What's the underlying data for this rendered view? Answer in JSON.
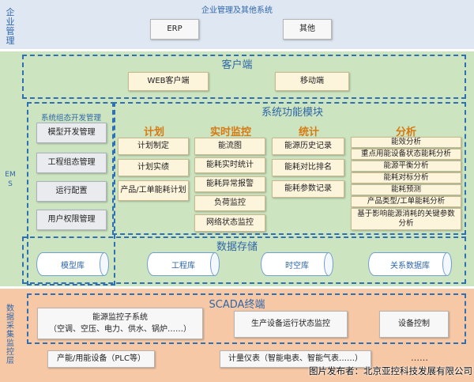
{
  "enterprise": {
    "side_label": "企业管理",
    "title": "企业管理及其他系统",
    "items": [
      "ERP",
      "其他"
    ]
  },
  "ems": {
    "side_label": "EMS",
    "client": {
      "title": "客户端",
      "items": [
        "WEB客户端",
        "移动端"
      ]
    },
    "config": {
      "title": "系统组态开发管理",
      "items": [
        "模型开发管理",
        "工程组态管理",
        "运行配置",
        "用户权限管理"
      ]
    },
    "functions": {
      "title": "系统功能模块",
      "plan": {
        "title": "计划",
        "items": [
          "计划制定",
          "计划实绩",
          "产品/工单能耗计划"
        ]
      },
      "monitor": {
        "title": "实时监控",
        "items": [
          "能流图",
          "能耗实时统计",
          "能耗异常报警",
          "负荷监控",
          "网络状态监控"
        ]
      },
      "stats": {
        "title": "统计",
        "items": [
          "能源历史记录",
          "能耗对比排名",
          "能耗参数记录"
        ]
      },
      "analysis": {
        "title": "分析",
        "items": [
          "能效分析",
          "重点用能设备状态能耗分析",
          "能源平衡分析",
          "能耗对标分析",
          "能耗预测",
          "产品类型/工单能耗分析",
          "基于影响能源消耗的关键参数分析"
        ]
      }
    },
    "storage": {
      "title": "数据存储",
      "items": [
        "模型库",
        "工程库",
        "时空库",
        "关系数据库"
      ]
    }
  },
  "scada": {
    "side_label": "数据采集监控层",
    "title": "SCADA终端",
    "energy_sub": {
      "title": "能源监控子系统",
      "detail": "（空调、空压、电力、供水、锅炉……）"
    },
    "production": "生产设备运行状态监控",
    "device_control": "设备控制",
    "plc": "产能/用能设备（PLC等）",
    "meters": "计量仪表（智能电表、智能气表……）",
    "ellipsis": "……"
  },
  "watermark": "图片发布者：北京亚控科技发展有限公司",
  "colors": {
    "enterprise_bg": "#dfe7f3",
    "ems_bg": "#cde4c0",
    "scada_bg": "#f7c8a6",
    "dash_blue": "#2f6fb3",
    "accent_orange": "#d67a12"
  }
}
